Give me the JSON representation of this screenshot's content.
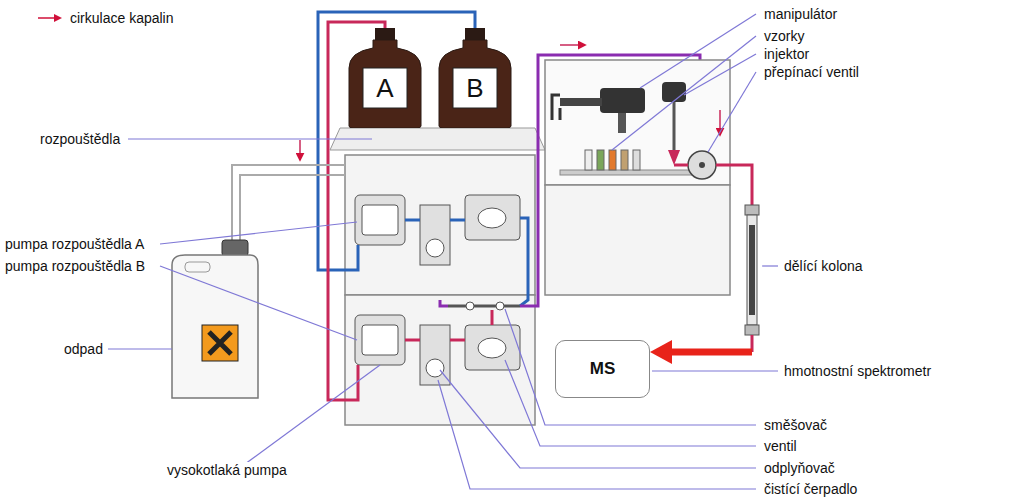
{
  "diagram": {
    "nodes": [
      {
        "text": [
          "A"
        ]
      },
      {
        "text": [
          "B"
        ]
      },
      {
        "text": [
          "MS"
        ]
      }
    ],
    "labels": [
      "rozpouštědla",
      "pumpa rozpouštědla A",
      "pumpa rozpouštědla B",
      "odpad",
      "vysokotlaká pumpa",
      "manipulátor",
      "vzorky",
      "injektor",
      "přepínací ventil",
      "dělící kolona",
      "hmotnostní spektrometr",
      "směšovač",
      "ventil",
      "odplyňovač",
      "čistící čerpadlo"
    ],
    "legend": [
      {
        "text": "cirkulace kapalin"
      }
    ]
  }
}
